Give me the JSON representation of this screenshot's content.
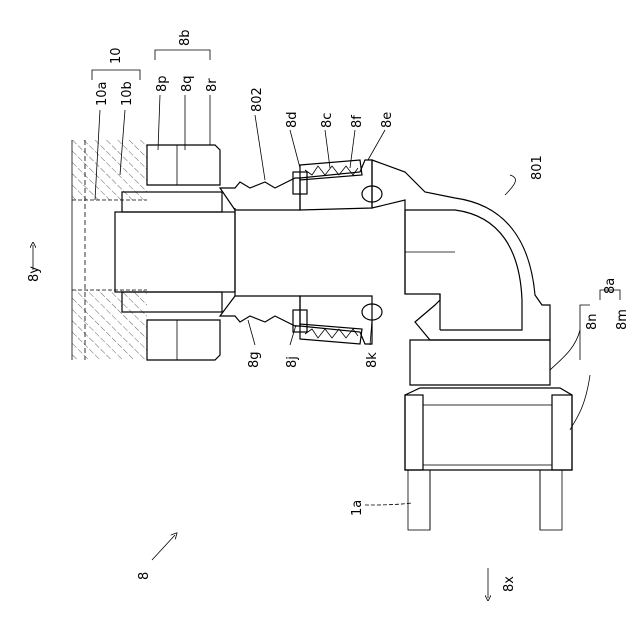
{
  "labels": {
    "l10": "10",
    "l10a": "10a",
    "l10b": "10b",
    "l8b": "8b",
    "l8p": "8p",
    "l8q": "8q",
    "l8r": "8r",
    "l802": "802",
    "l8d": "8d",
    "l8c": "8c",
    "l8f": "8f",
    "l8e": "8e",
    "l801": "801",
    "l8a": "8a",
    "l8n": "8n",
    "l8m": "8m",
    "l8g": "8g",
    "l8j": "8j",
    "l8k": "8k",
    "l1a": "1a",
    "l8": "8",
    "l8x": "8x",
    "l8y": "8y"
  }
}
